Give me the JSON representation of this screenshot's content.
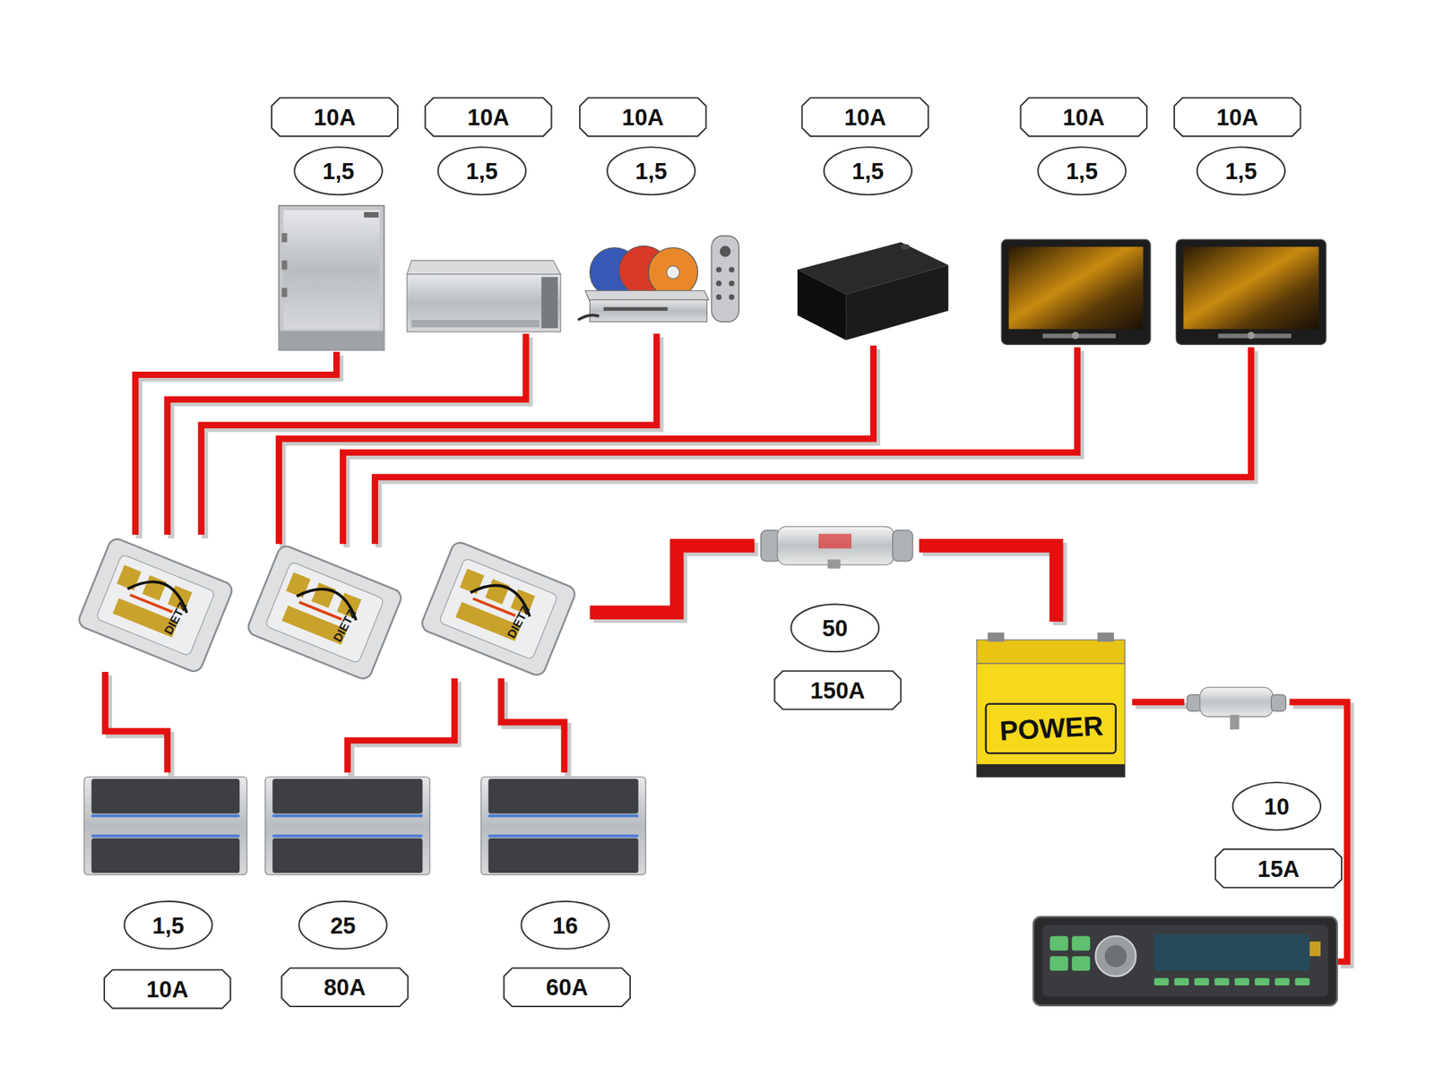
{
  "diagram": {
    "nodes": [
      {
        "text": [
          "10A"
        ]
      },
      {
        "text": [
          "10A"
        ]
      },
      {
        "text": [
          "10A"
        ]
      },
      {
        "text": [
          "10A"
        ]
      },
      {
        "text": [
          "10A"
        ]
      },
      {
        "text": [
          "10A"
        ]
      },
      {
        "text": [
          "1,5"
        ]
      },
      {
        "text": [
          "1,5"
        ]
      },
      {
        "text": [
          "1,5"
        ]
      },
      {
        "text": [
          "1,5"
        ]
      },
      {
        "text": [
          "1,5"
        ]
      },
      {
        "text": [
          "1,5"
        ]
      },
      {
        "text": [
          "50"
        ]
      },
      {
        "text": [
          "150A"
        ]
      },
      {
        "text": [
          "10"
        ]
      },
      {
        "text": [
          "15A"
        ]
      },
      {
        "text": [
          "1,5"
        ]
      },
      {
        "text": [
          "25"
        ]
      },
      {
        "text": [
          "16"
        ]
      },
      {
        "text": [
          "10A"
        ]
      },
      {
        "text": [
          "80A"
        ]
      },
      {
        "text": [
          "60A"
        ]
      }
    ],
    "labels": [
      "DIETZ",
      "DIETZ",
      "DIETZ",
      "POWER"
    ]
  }
}
